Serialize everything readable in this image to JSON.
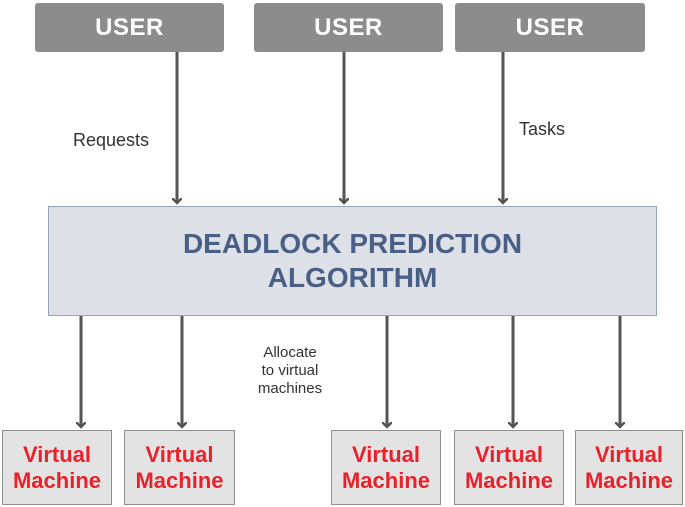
{
  "users": [
    "USER",
    "USER",
    "USER"
  ],
  "algorithm": {
    "line1": "DEADLOCK PREDICTION",
    "line2": "ALGORITHM"
  },
  "labels": {
    "requests": "Requests",
    "tasks": "Tasks",
    "allocate_line1": "Allocate",
    "allocate_line2": "to virtual",
    "allocate_line3": "machines"
  },
  "vms": [
    {
      "line1": "Virtual",
      "line2": "Machine"
    },
    {
      "line1": "Virtual",
      "line2": "Machine"
    },
    {
      "line1": "Virtual",
      "line2": "Machine"
    },
    {
      "line1": "Virtual",
      "line2": "Machine"
    },
    {
      "line1": "Virtual",
      "line2": "Machine"
    }
  ],
  "colors": {
    "user_box": "#8c8c8c",
    "algorithm_text": "#4a5f86",
    "vm_text": "#e8222b",
    "arrow": "#555555"
  }
}
